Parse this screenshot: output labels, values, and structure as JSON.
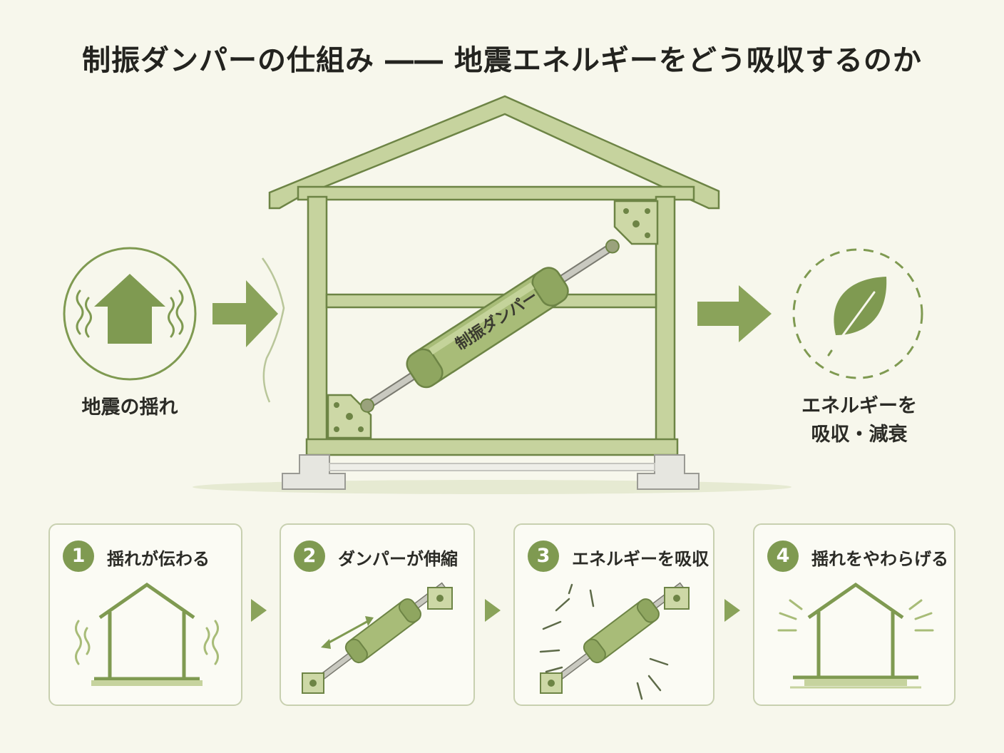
{
  "title": "制振ダンパーの仕組み ―― 地震エネルギーをどう吸収するのか",
  "diagram": {
    "quake_label": "地震の揺れ",
    "damper_label": "制振ダンパー",
    "absorb_label_line1": "エネルギーを",
    "absorb_label_line2": "吸収・減衰"
  },
  "steps": [
    {
      "number": "1",
      "title": "揺れが伝わる"
    },
    {
      "number": "2",
      "title": "ダンパーが伸縮"
    },
    {
      "number": "3",
      "title": "エネルギーを吸収"
    },
    {
      "number": "4",
      "title": "揺れをやわらげる"
    }
  ],
  "colors": {
    "accent": "#7f9a51",
    "frame_fill": "#c6d39e",
    "frame_stroke": "#6d8445",
    "background": "#f7f7ec"
  }
}
